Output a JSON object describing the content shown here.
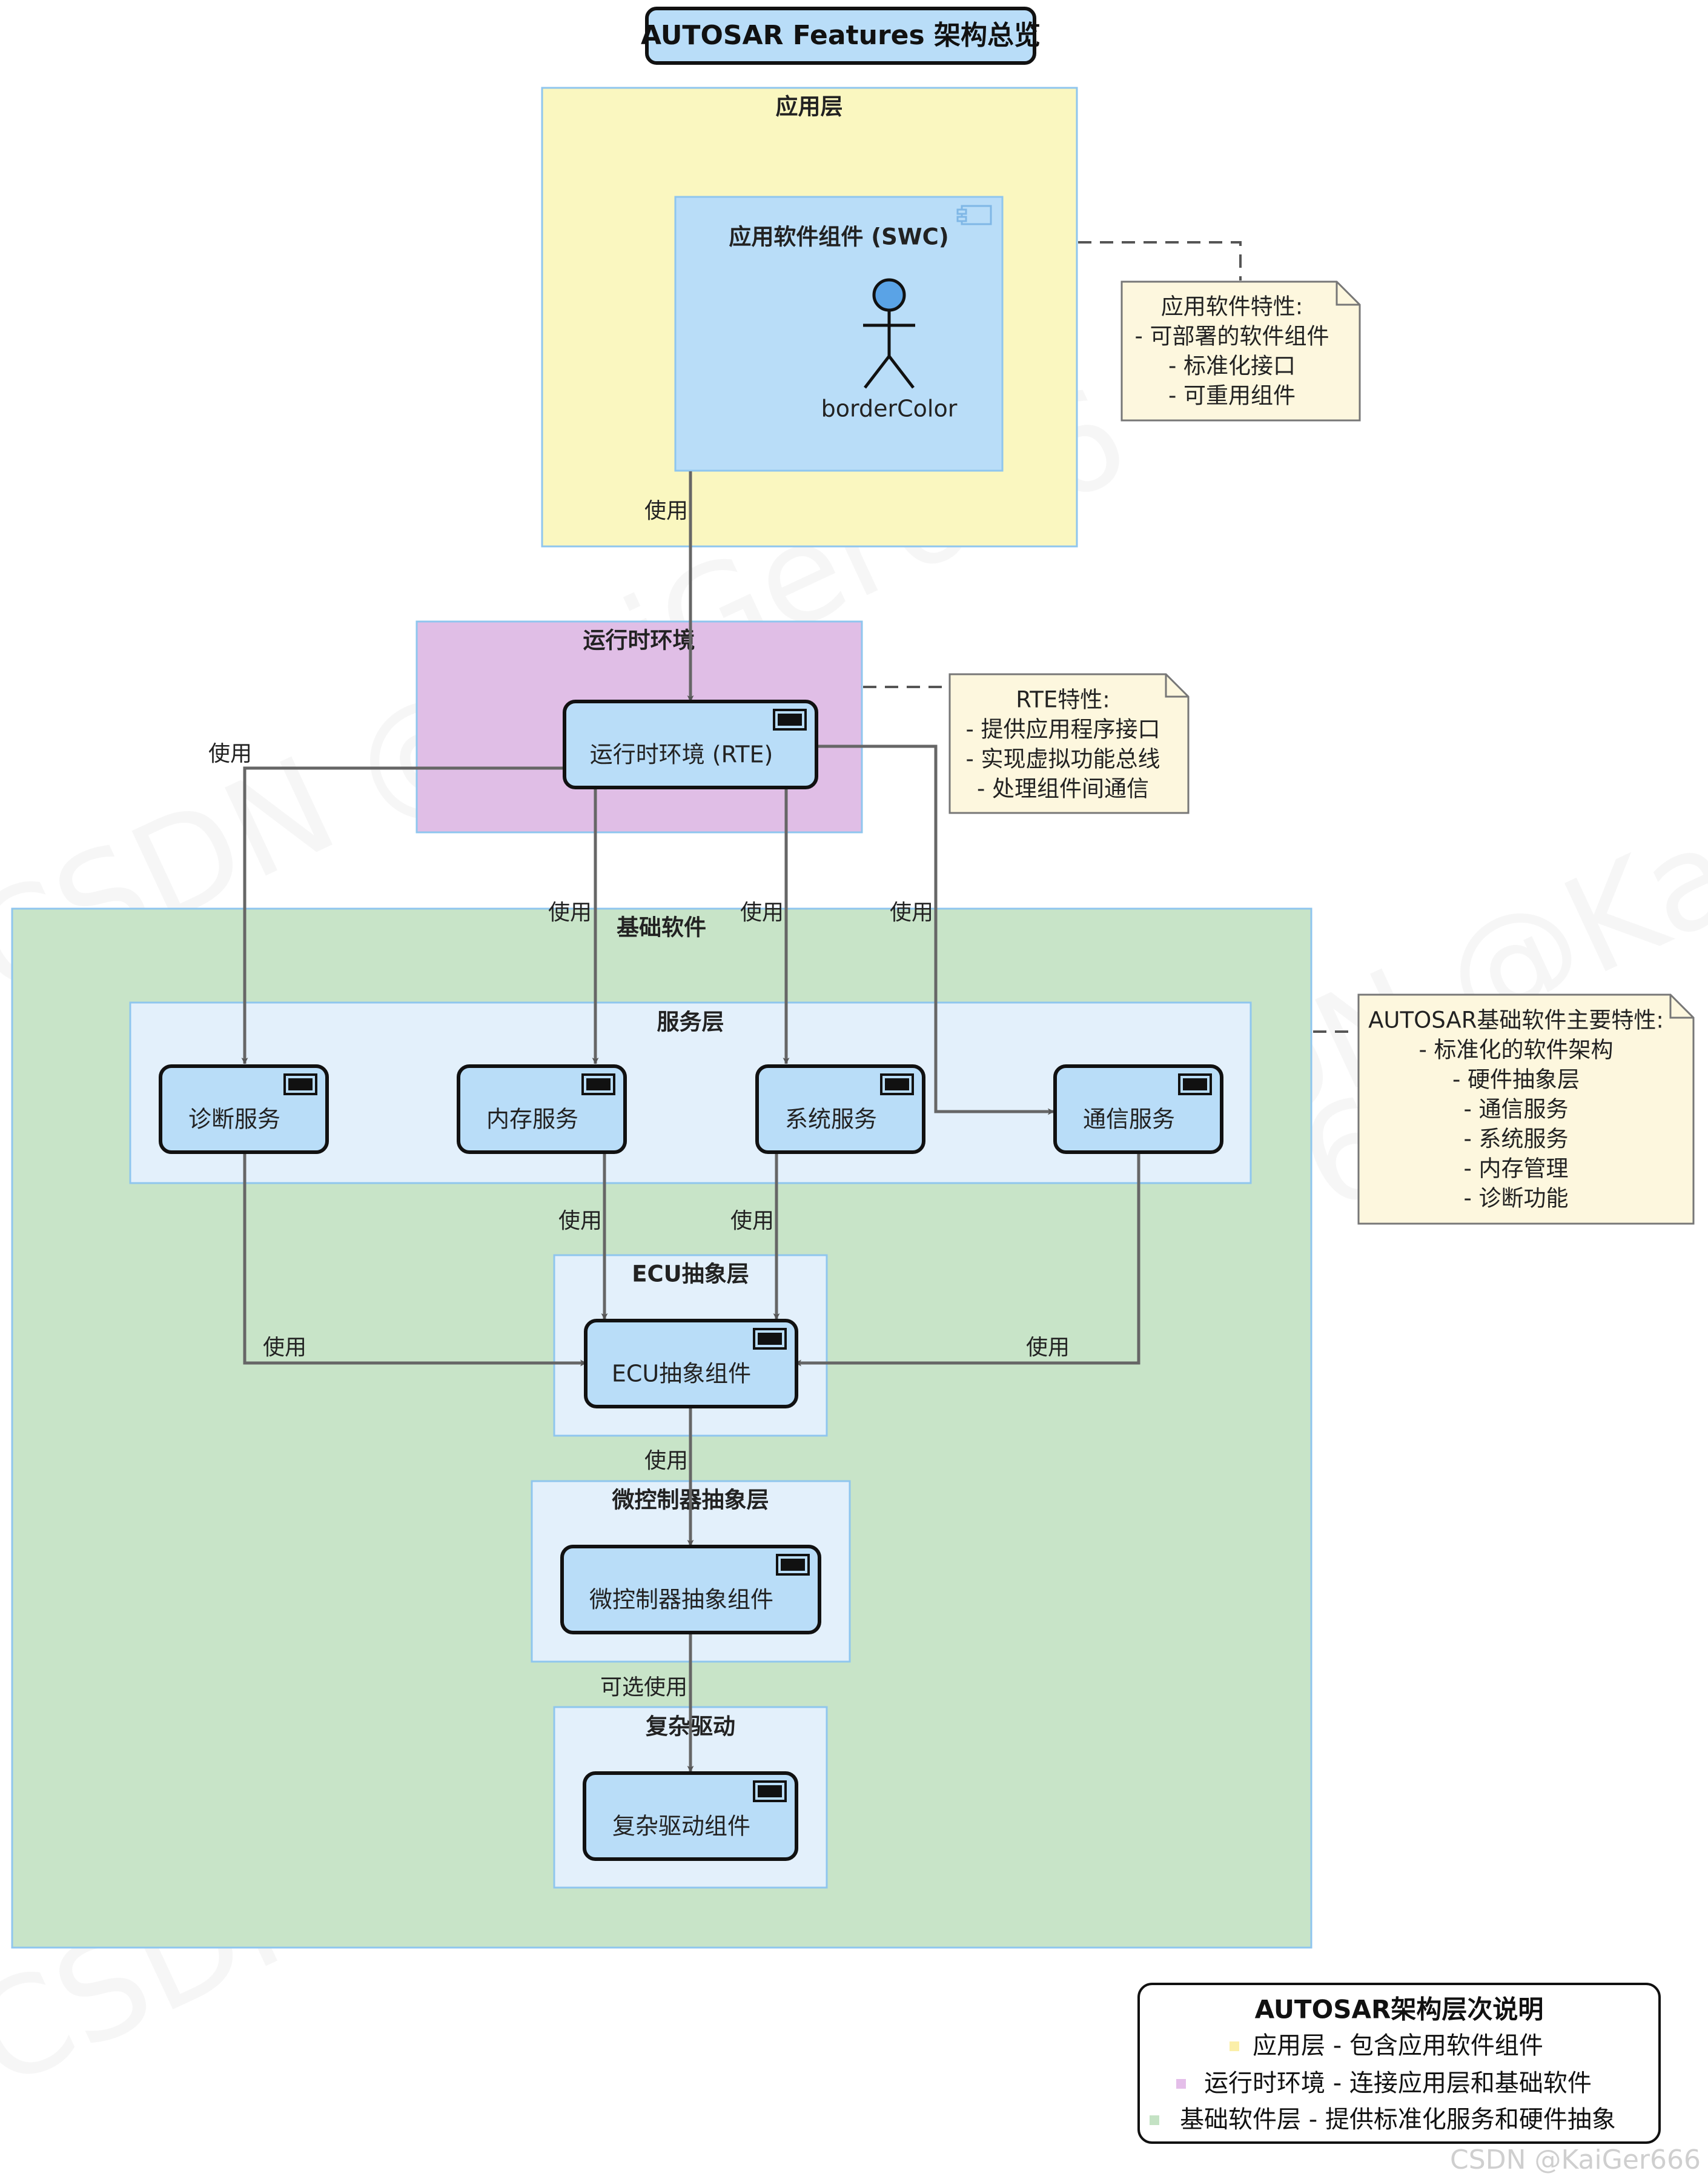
{
  "title": "AUTOSAR Features 架构总览",
  "packages": {
    "app_layer": "应用层",
    "swc": "应用软件组件 (SWC)",
    "rte_layer": "运行时环境",
    "bsw": "基础软件",
    "service_layer": "服务层",
    "ecu_layer": "ECU抽象层",
    "mcu_layer": "微控制器抽象层",
    "cdd_layer": "复杂驱动"
  },
  "actor_label": "borderColor",
  "components": {
    "rte": "运行时环境 (RTE)",
    "diag": "诊断服务",
    "mem": "内存服务",
    "sys": "系统服务",
    "com": "通信服务",
    "ecu": "ECU抽象组件",
    "mcu": "微控制器抽象组件",
    "cdd": "复杂驱动组件"
  },
  "edge_labels": {
    "swc_rte": "使用",
    "rte_diag": "使用",
    "rte_mem": "使用",
    "rte_sys": "使用",
    "rte_com": "使用",
    "mem_ecu": "使用",
    "sys_ecu": "使用",
    "diag_ecu": "使用",
    "com_ecu": "使用",
    "ecu_mcu": "使用",
    "mcu_cdd": "可选使用"
  },
  "notes": {
    "swc": [
      "应用软件特性:",
      "- 可部署的软件组件",
      "- 标准化接口",
      "- 可重用组件"
    ],
    "rte": [
      "RTE特性:",
      "- 提供应用程序接口",
      "- 实现虚拟功能总线",
      "- 处理组件间通信"
    ],
    "bsw": [
      "AUTOSAR基础软件主要特性:",
      "- 标准化的软件架构",
      "- 硬件抽象层",
      "- 通信服务",
      "- 系统服务",
      "- 内存管理",
      "- 诊断功能"
    ]
  },
  "legend": {
    "title": "AUTOSAR架构层次说明",
    "items": [
      "应用层 - 包含应用软件组件",
      "运行时环境 - 连接应用层和基础软件",
      "基础软件层 - 提供标准化服务和硬件抽象"
    ]
  },
  "watermark": "CSDN @KaiGer666",
  "colors": {
    "app_layer": "#FAF7C0",
    "rte_layer": "#E0BEE6",
    "bsw": "#C8E4C8",
    "sublayer": "#E3F0FB",
    "component": "#B9DDF8",
    "note": "#FDF7DE",
    "legend_app": "#FBEFA8",
    "legend_rte": "#E4BEE9",
    "legend_bsw": "#C4E2C4"
  }
}
